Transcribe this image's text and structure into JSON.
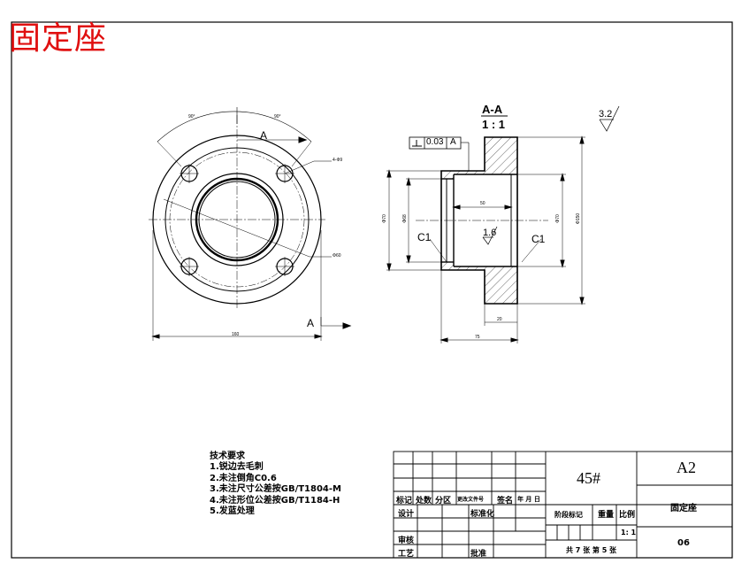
{
  "title": "固定座",
  "section": {
    "name": "A-A",
    "scale": "1 : 1"
  },
  "labels": {
    "a_top": "A",
    "a_bottom": "A",
    "c1_left": "C1",
    "c1_right": "C1",
    "roughness_inner": "1.6",
    "roughness_general": "3.2",
    "perp_tol": "0.03",
    "perp_datum": "A"
  },
  "tiny_dims": {
    "hole_spec": "4-Φ9",
    "bore": "Φ60",
    "width": "160",
    "left_dia1": "Φ70",
    "left_dia2": "Φ68",
    "inner_len": "50",
    "right_dia1": "Φ70",
    "right_dia2": "Φ150",
    "step": "20",
    "total_len": "75",
    "arc_a": "90°",
    "arc_b": "90°"
  },
  "notes": {
    "heading": "技术要求",
    "items": [
      "1.锐边去毛刺",
      "2.未注倒角C0.6",
      "3.未注尺寸公差按GB/T1804-M",
      "4.未注形位公差按GB/T1184-H",
      "5.发蓝处理"
    ]
  },
  "title_block": {
    "header": [
      "标记",
      "处数",
      "分区",
      "更改文件号",
      "签名",
      "年 月 日"
    ],
    "design": "设计",
    "standardize": "标准化",
    "check": "审核",
    "process": "工艺",
    "approve": "批准",
    "stage_mark": "阶段标记",
    "weight": "重量",
    "ratio": "比例",
    "scale_value": "1: 1",
    "sheets": "共 7 张 第 5 张",
    "material": "45#",
    "sheet_size": "A2",
    "part_name": "固定座",
    "drawing_no": "06"
  }
}
